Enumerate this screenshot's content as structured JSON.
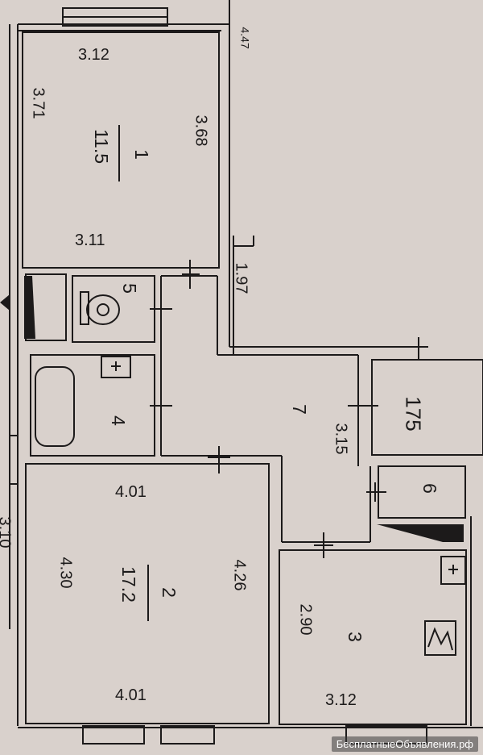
{
  "rooms": {
    "room1": {
      "number": "1",
      "area": "11.5",
      "top": "3.12",
      "bottom": "3.11",
      "left": "3.71",
      "right": "3.68"
    },
    "room2": {
      "number": "2",
      "area": "17.2",
      "top": "4.01",
      "bottom": "4.01",
      "left": "4.30",
      "right": "4.26"
    },
    "room3": {
      "number": "3",
      "left": "2.90",
      "bottom": "3.12"
    },
    "room4": {
      "number": "4"
    },
    "room5": {
      "number": "5"
    },
    "room6": {
      "number": "6"
    },
    "room7": {
      "number": "7",
      "dim": "3.15"
    }
  },
  "misc": {
    "balcony_dim": "1.97",
    "corner_dim": "4.47",
    "niche_dim": "175",
    "left_edge_dim": "3.10"
  },
  "watermark": "БесплатныеОбъявления.рф",
  "colors": {
    "paper": "#d9d1cc",
    "wall": "#1c1a1a"
  }
}
